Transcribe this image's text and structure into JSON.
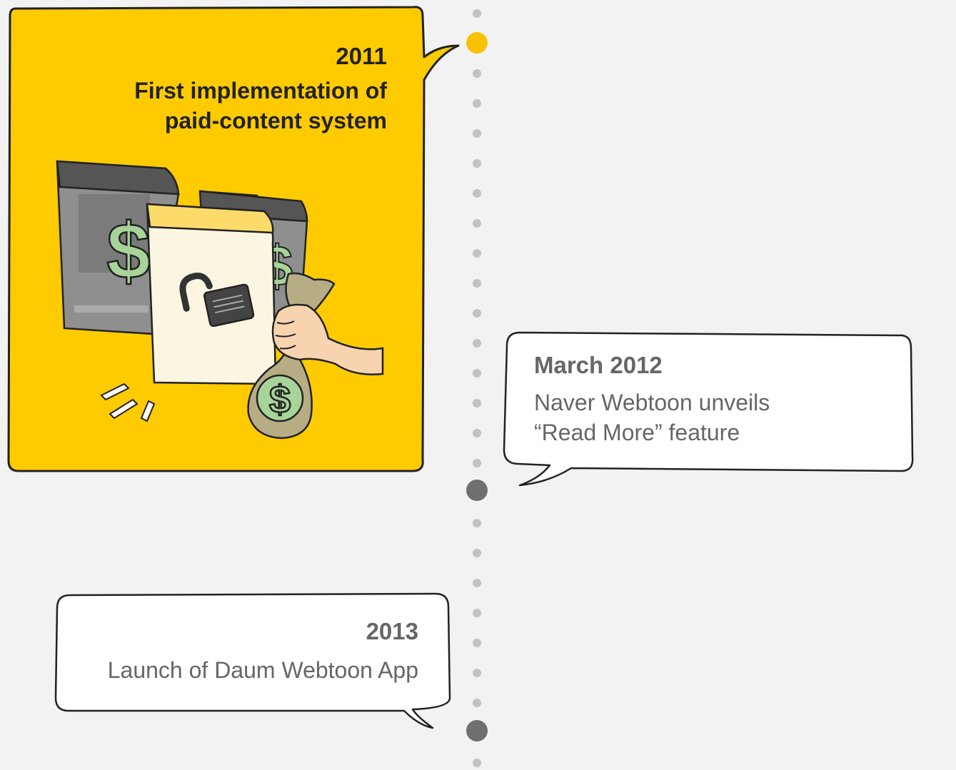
{
  "events": [
    {
      "id": "e2011",
      "date": "2011",
      "title_lines": [
        "First implementation of",
        "paid-content system"
      ],
      "highlight": true
    },
    {
      "id": "e2012",
      "date": "March 2012",
      "title_lines": [
        "Naver Webtoon unveils",
        "“Read More” feature"
      ],
      "highlight": false
    },
    {
      "id": "e2013",
      "date": "2013",
      "title_lines": [
        "Launch of Daum Webtoon App"
      ],
      "highlight": false
    }
  ],
  "colors": {
    "background": "#f2f2f2",
    "highlight_fill": "#fecb01",
    "bubble_fill": "#ffffff",
    "outline": "#222222",
    "dot_small": "#c2c2c2",
    "dot_active": "#f7c300",
    "dot_milestone": "#6f6f6f",
    "text_dark": "#222222",
    "text_grey": "#666666",
    "money_green": "#a8d49a",
    "bag": "#b6ad85",
    "skin": "#f8d3b0",
    "page": "#fbf6e2",
    "page_tab": "#fddb6a",
    "lock": "#444444"
  },
  "icons": [
    "money-bag-icon",
    "unlocked-padlock-icon",
    "dollar-sign-icon",
    "hand-icon"
  ]
}
